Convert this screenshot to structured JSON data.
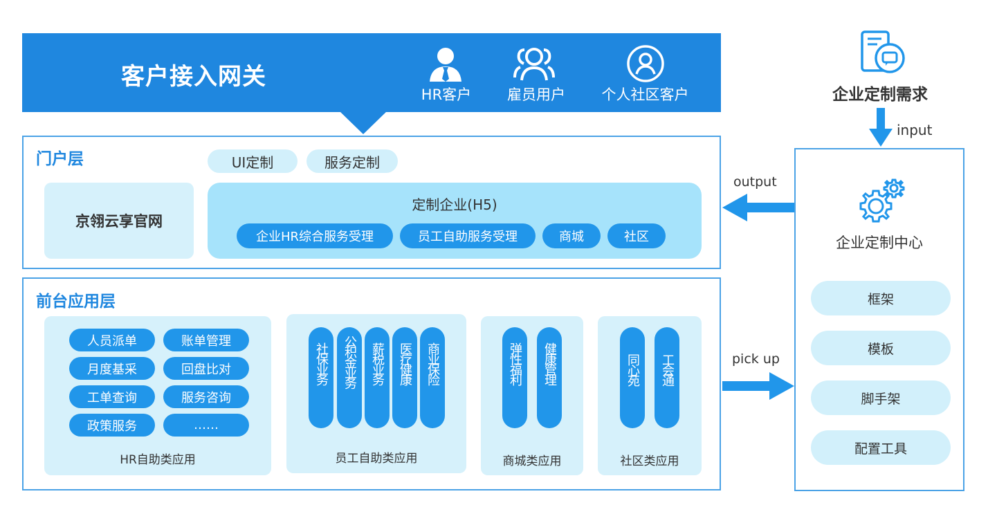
{
  "gateway": {
    "title": "客户接入网关",
    "users": [
      {
        "icon": "hr-person-icon",
        "label": "HR客户"
      },
      {
        "icon": "employee-group-icon",
        "label": "雇员用户"
      },
      {
        "icon": "community-user-icon",
        "label": "个人社区客户"
      }
    ]
  },
  "requirement": {
    "label": "企业定制需求",
    "icon": "document-chat-icon",
    "input_label": "input"
  },
  "portal": {
    "title": "门户层",
    "tags": [
      "UI定制",
      "服务定制"
    ],
    "official_site": "京翎云享官网",
    "h5": {
      "title": "定制企业(H5)",
      "items": [
        "企业HR综合服务受理",
        "员工自助服务受理",
        "商城",
        "社区"
      ]
    }
  },
  "output_label": "output",
  "pickup_label": "pick up",
  "frontend": {
    "title": "前台应用层",
    "hr_group": {
      "caption": "HR自助类应用",
      "items": [
        "人员派单",
        "账单管理",
        "月度基采",
        "回盘比对",
        "工单查询",
        "服务咨询",
        "政策服务",
        "……"
      ]
    },
    "employee_group": {
      "caption": "员工自助类应用",
      "items": [
        "社保业务",
        "公积金业务",
        "薪税业务",
        "医疗健康",
        "商业保险"
      ]
    },
    "mall_group": {
      "caption": "商城类应用",
      "items": [
        "弹性福利",
        "健康管理"
      ]
    },
    "community_group": {
      "caption": "社区类应用",
      "items": [
        "同心苑",
        "工会通"
      ]
    }
  },
  "center": {
    "title": "企业定制中心",
    "icon": "gears-icon",
    "items": [
      "框架",
      "模板",
      "脚手架",
      "配置工具"
    ]
  },
  "colors": {
    "primary": "#1f87df",
    "pill": "#2196ea",
    "panel": "#d6f1fb",
    "frame": "#4aa2e6"
  }
}
